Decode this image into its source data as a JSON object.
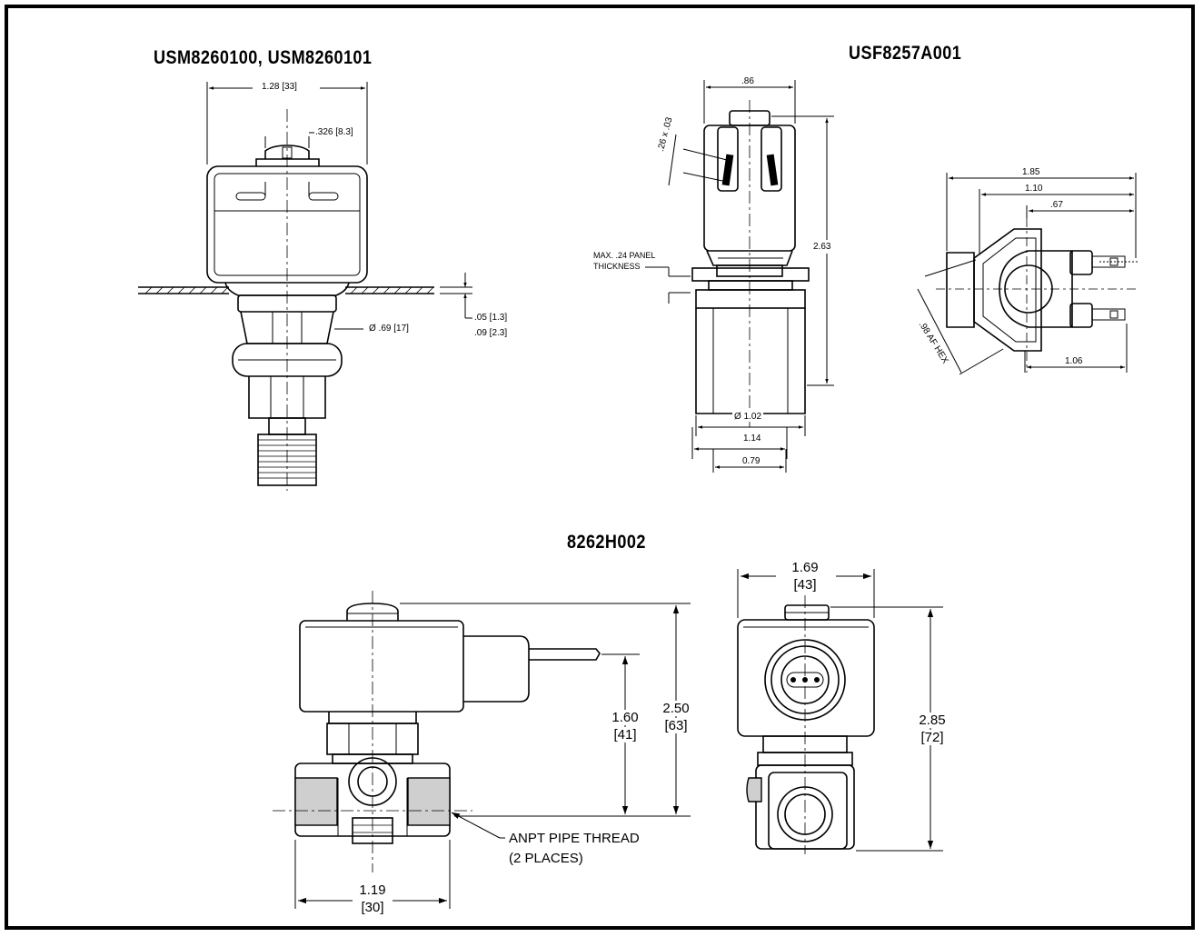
{
  "titles": {
    "usm": "USM8260100, USM8260101",
    "usf": "USF8257A001",
    "h002": "8262H002"
  },
  "usm_dims": {
    "width": "1.28 [33]",
    "tab": ".326 [8.3]",
    "panel_min": ".05 [1.3]",
    "panel_max": ".09 [2.3]",
    "diameter": "Ø .69 [17]"
  },
  "usf_dims": {
    "width": ".86",
    "terminal": ".26 x .03",
    "height": "2.63",
    "panel_line1": "MAX. .24  PANEL",
    "panel_line2": "THICKNESS",
    "diameter": "Ø 1.02",
    "width_114": "1.14",
    "width_079": "0.79",
    "side_185": "1.85",
    "side_110": "1.10",
    "side_067": ".67",
    "side_hex": ".98  AF HEX",
    "side_106": "1.06"
  },
  "h002_dims": {
    "height_250": "2.50",
    "height_250_mm": "[63]",
    "height_160": "1.60",
    "height_160_mm": "[41]",
    "width_119": "1.19",
    "width_119_mm": "[30]",
    "thread_line1": "ANPT PIPE THREAD",
    "thread_line2": "(2 PLACES)",
    "width_169": "1.69",
    "width_169_mm": "[43]",
    "height_285": "2.85",
    "height_285_mm": "[72]"
  }
}
